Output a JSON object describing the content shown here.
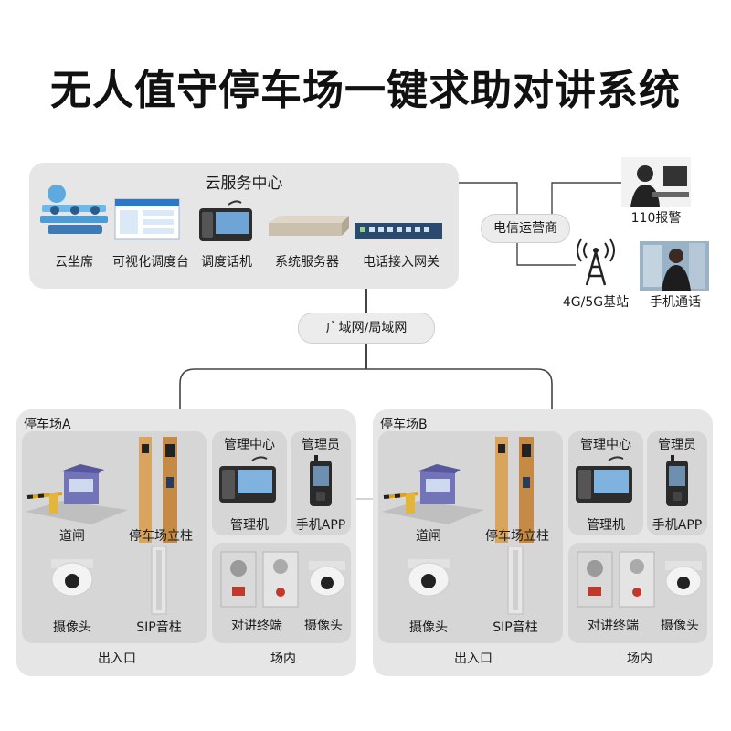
{
  "title": "无人值守停车场一键求助对讲系统",
  "cloud_center": {
    "title": "云服务中心",
    "items": [
      "云坐席",
      "可视化调度台",
      "调度话机",
      "系统服务器",
      "电话接入网关"
    ]
  },
  "telecom": "电信运营商",
  "police": "110报警",
  "base_station": "4G/5G基站",
  "mobile_call": "手机通话",
  "network": "广域网/局域网",
  "lots": [
    {
      "name": "停车场A",
      "mgmt_center": "管理中心",
      "admin": "管理员",
      "entrance_items": [
        "道闸",
        "停车场立柱",
        "摄像头",
        "SIP音柱"
      ],
      "mgmt_items": [
        "管理机",
        "手机APP"
      ],
      "inside_items": [
        "对讲终端",
        "摄像头"
      ],
      "entrance_label": "出入口",
      "inside_label": "场内"
    },
    {
      "name": "停车场B",
      "mgmt_center": "管理中心",
      "admin": "管理员",
      "entrance_items": [
        "道闸",
        "停车场立柱",
        "摄像头",
        "SIP音柱"
      ],
      "mgmt_items": [
        "管理机",
        "手机APP"
      ],
      "inside_items": [
        "对讲终端",
        "摄像头"
      ],
      "entrance_label": "出入口",
      "inside_label": "场内"
    }
  ]
}
